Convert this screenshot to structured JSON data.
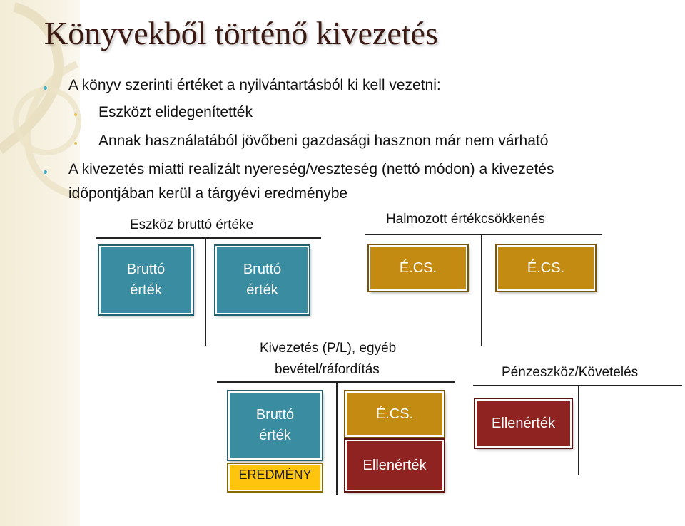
{
  "title": "Könyvekből történő kivezetés",
  "bullets": [
    {
      "level": 1,
      "text": "A könyv szerinti értéket a nyilvántartásból ki kell vezetni:"
    },
    {
      "level": 2,
      "text": "Eszközt elidegenítették"
    },
    {
      "level": 2,
      "text": "Annak használatából jövőbeni gazdasági hasznon már nem várható"
    },
    {
      "level": 1,
      "text": "A kivezetés miatti realizált nyereség/veszteség (nettó módon) a kivezetés"
    },
    {
      "level": 0,
      "text": "időpontjában kerül a tárgyévi eredménybe"
    }
  ],
  "accounts": {
    "asset": {
      "label": "Eszköz bruttó értéke",
      "debit_box": "Bruttó érték",
      "credit_box": "Bruttó érték"
    },
    "depreciation": {
      "label": "Halmozott értékcsökkenés",
      "debit_box": "É.CS.",
      "credit_box": "É.CS."
    },
    "derecognition": {
      "label_line1": "Kivezetés (P/L), egyéb",
      "label_line2": "bevétel/ráfordítás",
      "debit_box": "Bruttó érték",
      "debit_result": "EREDMÉNY",
      "credit_box1": "É.CS.",
      "credit_box2": "Ellenérték"
    },
    "cash": {
      "label": "Pénzeszköz/Követelés",
      "debit_box": "Ellenérték"
    }
  },
  "colors": {
    "title": "#3a1a12",
    "teal": "#3a8ca0",
    "gold": "#c48b12",
    "red": "#8e2322",
    "yellow": "#ffc40e",
    "bullet_l1": "#3fa9c4",
    "bullet_l2": "#e8c25a"
  }
}
